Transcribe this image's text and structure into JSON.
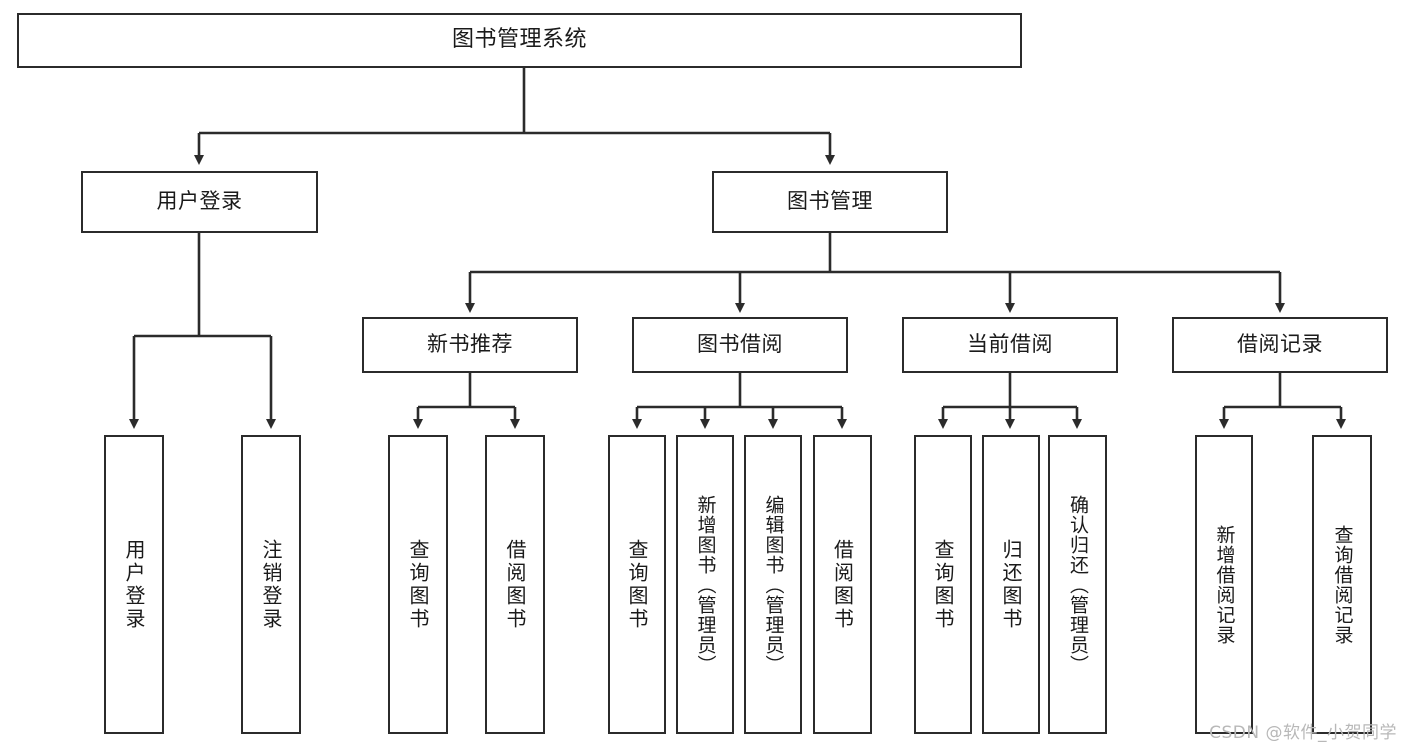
{
  "diagram": {
    "type": "tree-hierarchy",
    "title": "图书管理系统",
    "root": {
      "id": "root",
      "label": "图书管理系统"
    },
    "level1": [
      {
        "id": "user-login",
        "label": "用户登录"
      },
      {
        "id": "book-manage",
        "label": "图书管理"
      }
    ],
    "level2": [
      {
        "id": "new-book-rec",
        "label": "新书推荐",
        "parent": "book-manage"
      },
      {
        "id": "book-borrow",
        "label": "图书借阅",
        "parent": "book-manage"
      },
      {
        "id": "current-borrow",
        "label": "当前借阅",
        "parent": "book-manage"
      },
      {
        "id": "borrow-record",
        "label": "借阅记录",
        "parent": "book-manage"
      }
    ],
    "leaves": [
      {
        "id": "leaf-user-login",
        "label": "用户登录",
        "parent": "user-login"
      },
      {
        "id": "leaf-logout",
        "label": "注销登录",
        "parent": "user-login"
      },
      {
        "id": "leaf-query-book-1",
        "label": "查询图书",
        "parent": "new-book-rec"
      },
      {
        "id": "leaf-borrow-book-1",
        "label": "借阅图书",
        "parent": "new-book-rec"
      },
      {
        "id": "leaf-query-book-2",
        "label": "查询图书",
        "parent": "book-borrow"
      },
      {
        "id": "leaf-add-book",
        "label": "新增图书（管理员）",
        "parent": "book-borrow"
      },
      {
        "id": "leaf-edit-book",
        "label": "编辑图书（管理员）",
        "parent": "book-borrow"
      },
      {
        "id": "leaf-borrow-book-2",
        "label": "借阅图书",
        "parent": "book-borrow"
      },
      {
        "id": "leaf-query-book-3",
        "label": "查询图书",
        "parent": "current-borrow"
      },
      {
        "id": "leaf-return-book",
        "label": "归还图书",
        "parent": "current-borrow"
      },
      {
        "id": "leaf-confirm-return",
        "label": "确认归还（管理员）",
        "parent": "current-borrow"
      },
      {
        "id": "leaf-add-record",
        "label": "新增借阅记录",
        "parent": "borrow-record"
      },
      {
        "id": "leaf-query-record",
        "label": "查询借阅记录",
        "parent": "borrow-record"
      }
    ],
    "colors": {
      "stroke": "#2b2b2b",
      "fill": "#ffffff",
      "text": "#1a1a1a",
      "watermark": "#b8b8b8"
    }
  },
  "watermark": {
    "text": "CSDN @软件_小贺同学"
  }
}
